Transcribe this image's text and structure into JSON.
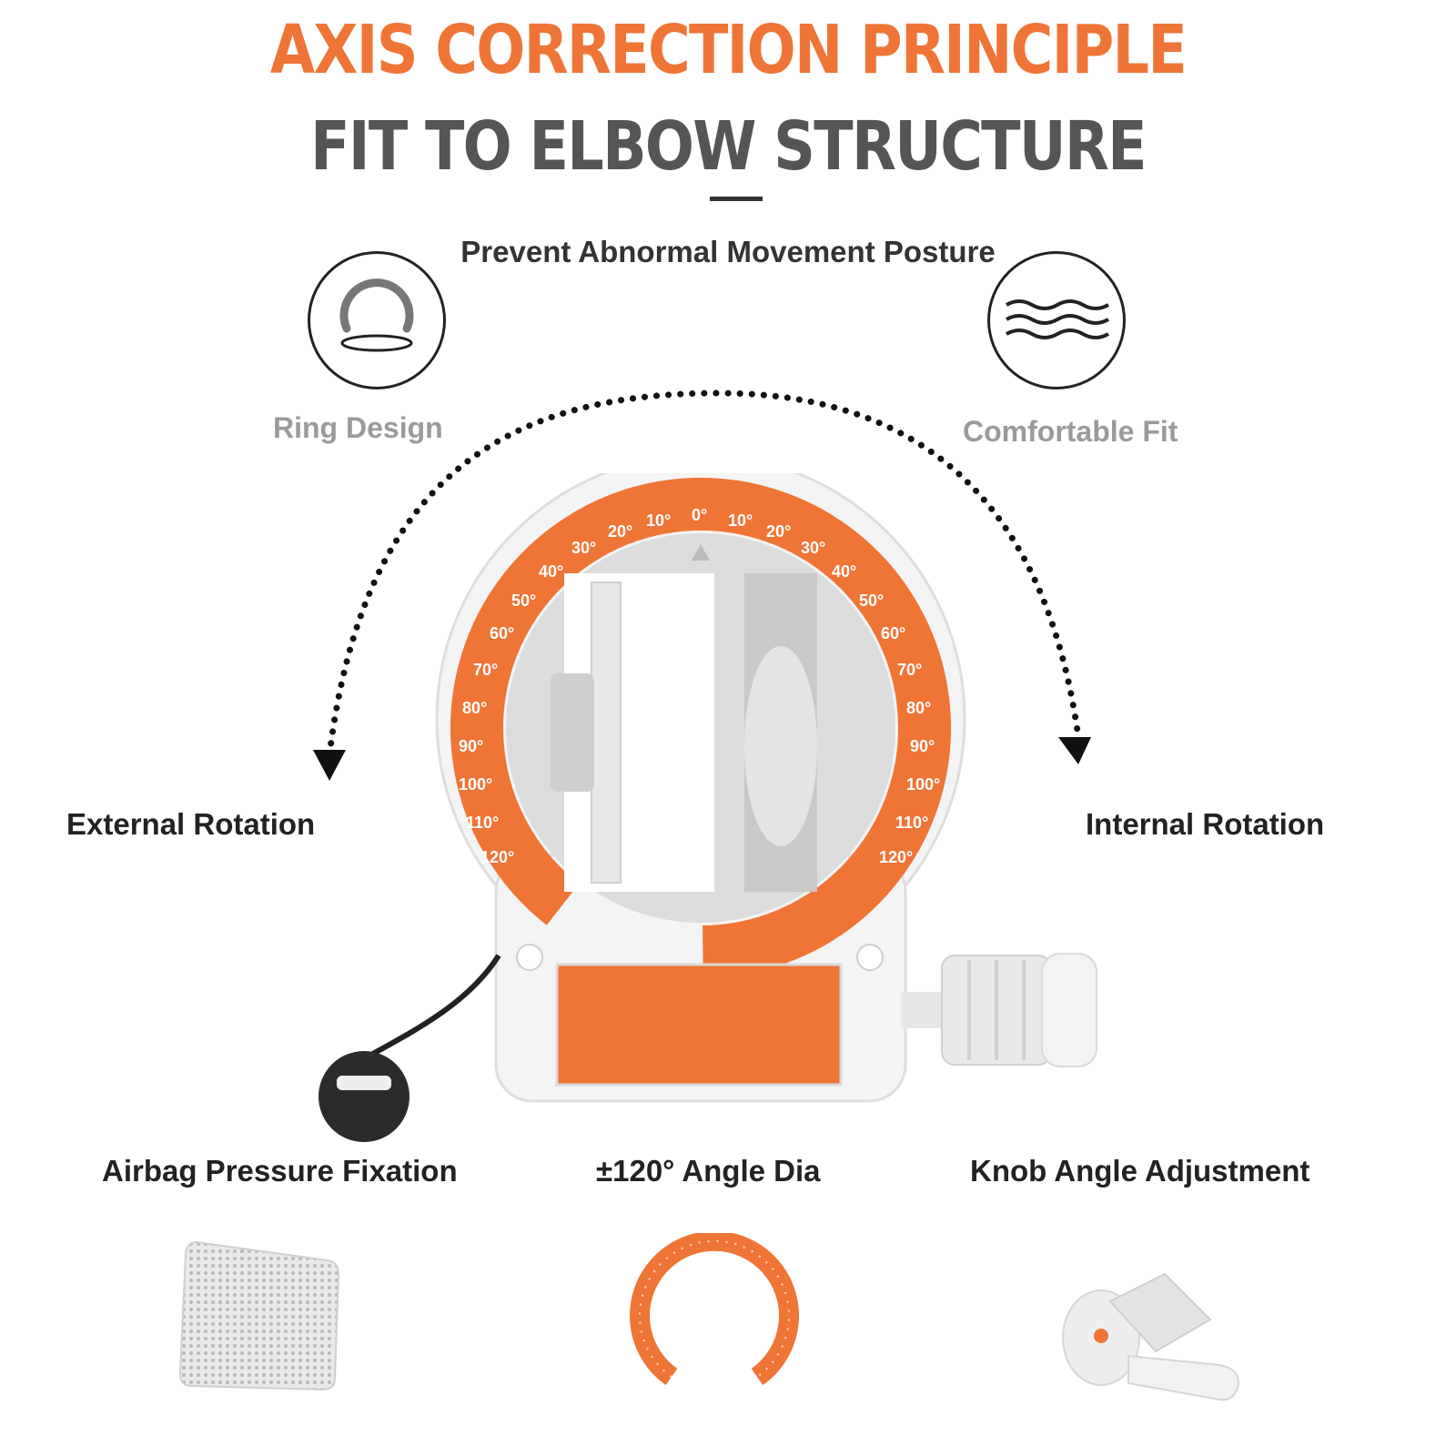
{
  "header": {
    "title": "AXIS CORRECTION PRINCIPLE",
    "subtitle": "FIT TO ELBOW STRUCTURE",
    "tagline": "Prevent Abnormal Movement Posture"
  },
  "features_top": {
    "left": {
      "label": "Ring Design",
      "icon": "ring-icon"
    },
    "right": {
      "label": "Comfortable Fit",
      "icon": "waves-icon"
    }
  },
  "rotation": {
    "left": "External Rotation",
    "right": "Internal Rotation"
  },
  "dial": {
    "left_ticks": [
      "0°",
      "10°",
      "20°",
      "30°",
      "40°",
      "50°",
      "60°",
      "70°",
      "80°",
      "90°",
      "100°",
      "110°",
      "120°"
    ],
    "right_ticks": [
      "10°",
      "20°",
      "30°",
      "40°",
      "50°",
      "60°",
      "70°",
      "80°",
      "90°",
      "100°",
      "110°",
      "120°"
    ]
  },
  "features_bottom": [
    {
      "label": "Airbag Pressure Fixation",
      "icon": "mesh-pad-icon"
    },
    {
      "label": "±120° Angle Dia",
      "icon": "angle-dial-icon"
    },
    {
      "label": "Knob Angle Adjustment",
      "icon": "knob-icon"
    }
  ],
  "colors": {
    "accent": "#ef7537",
    "title_grey": "#555555",
    "caption_grey": "#9a9a9a"
  }
}
